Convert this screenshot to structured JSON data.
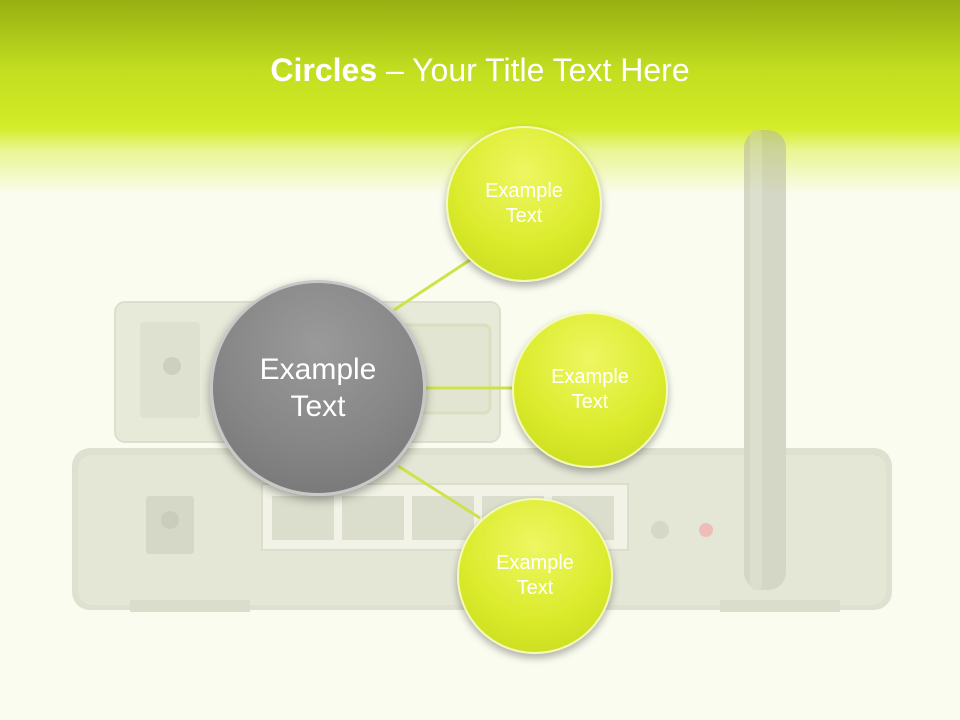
{
  "header": {
    "title_bold": "Circles",
    "title_rest": " – Your Title Text Here"
  },
  "diagram": {
    "center": {
      "label_line1": "Example",
      "label_line2": "Text"
    },
    "nodes": [
      {
        "label_line1": "Example",
        "label_line2": "Text"
      },
      {
        "label_line1": "Example",
        "label_line2": "Text"
      },
      {
        "label_line1": "Example",
        "label_line2": "Text"
      }
    ]
  },
  "colors": {
    "header_green": "#c2de20",
    "circle_yellow": "#dbeb2c",
    "circle_gray": "#868686",
    "connector": "#cfe24a"
  }
}
